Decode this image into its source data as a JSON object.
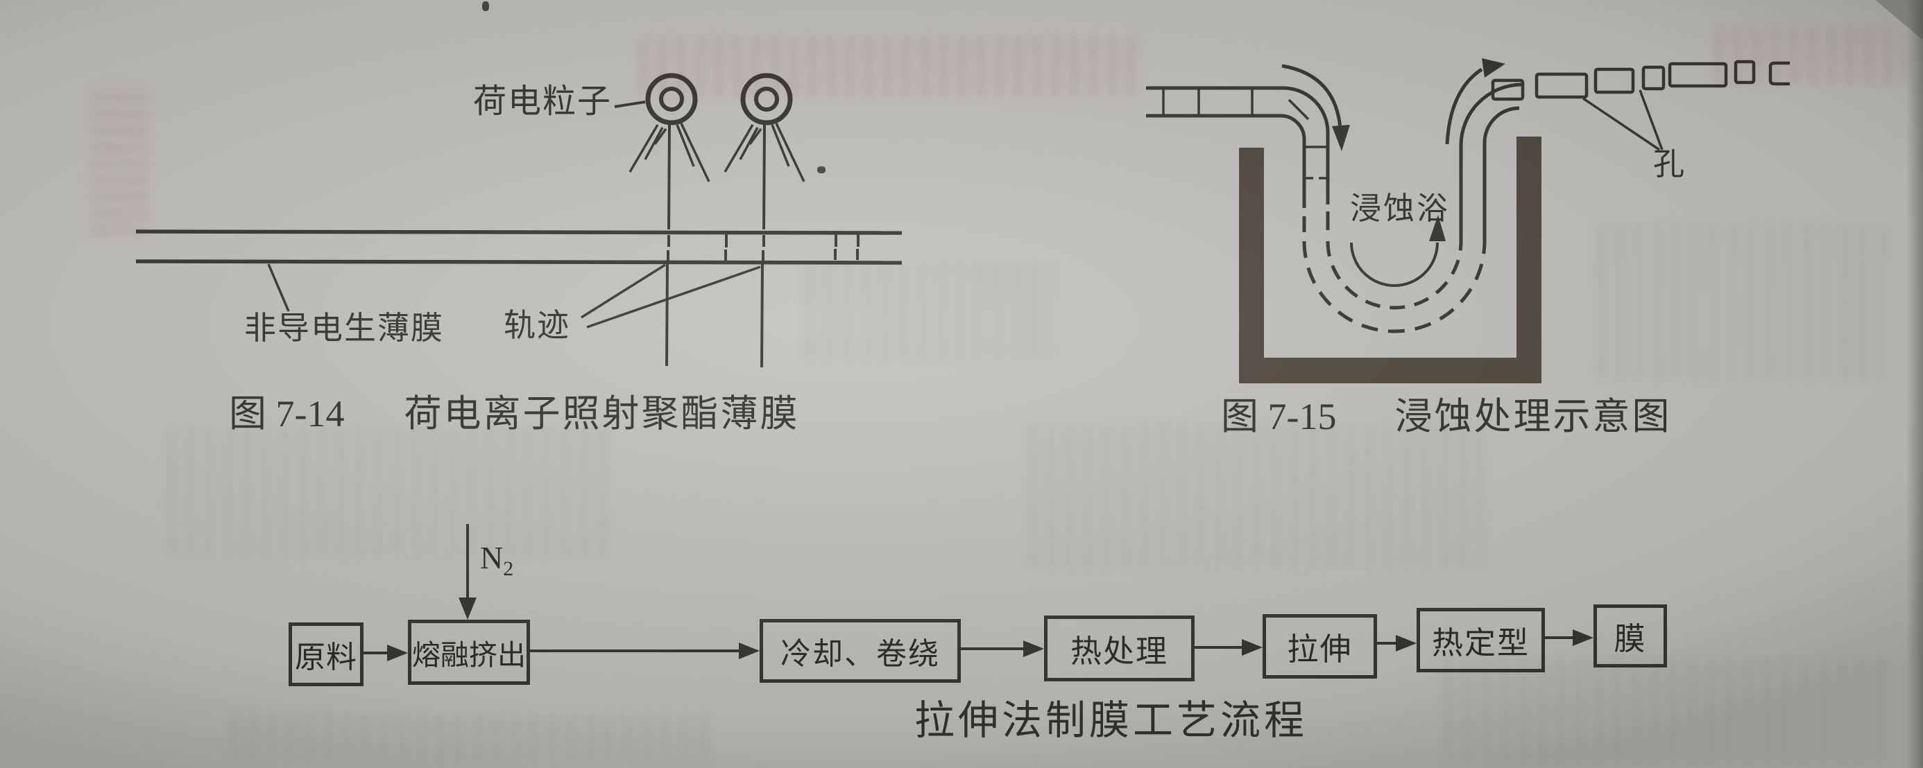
{
  "colors": {
    "paper": "#c3c1bd",
    "ink": "#36342e",
    "tank_fill": "#4f473d",
    "text": "#2c2a26"
  },
  "figure_7_14": {
    "caption_number": "图 7-14",
    "caption_title": "荷电离子照射聚酯薄膜",
    "labels": {
      "particle": "荷电粒子",
      "film": "非导电生薄膜",
      "track": "轨迹"
    }
  },
  "figure_7_15": {
    "caption_number": "图 7-15",
    "caption_title": "浸蚀处理示意图",
    "labels": {
      "bath": "浸蚀浴",
      "hole": "孔"
    }
  },
  "flowchart": {
    "title": "拉伸法制膜工艺流程",
    "n2": {
      "symbol": "N",
      "subscript": "2"
    },
    "steps": [
      {
        "label": "原料"
      },
      {
        "label": "熔融挤出"
      },
      {
        "label": "冷却、卷绕"
      },
      {
        "label": "热处理"
      },
      {
        "label": "拉伸"
      },
      {
        "label": "热定型"
      },
      {
        "label": "膜"
      }
    ]
  }
}
